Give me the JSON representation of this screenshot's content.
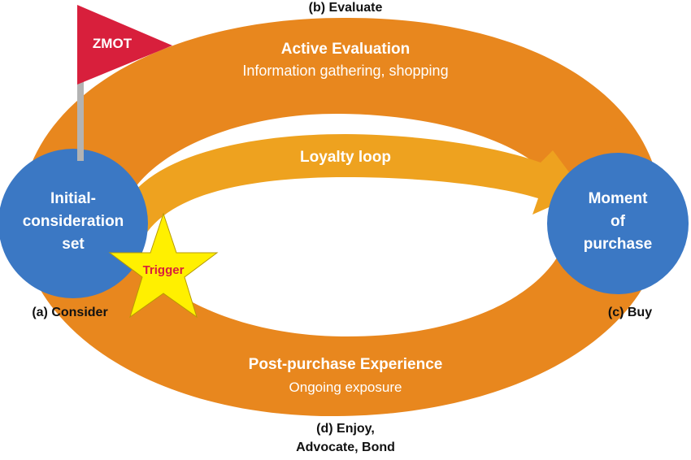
{
  "stages": {
    "evaluate": "(b) Evaluate",
    "consider": "(a) Consider",
    "buy": "(c) Buy",
    "enjoy_line1": "(d) Enjoy,",
    "enjoy_line2": "Advocate, Bond"
  },
  "top_arc": {
    "title": "Active Evaluation",
    "subtitle": "Information gathering, shopping"
  },
  "loyalty_arc": {
    "title": "Loyalty loop"
  },
  "bottom_arc": {
    "title": "Post-purchase Experience",
    "subtitle": "Ongoing exposure"
  },
  "left_circle": {
    "lines": [
      "Initial-",
      "consideration",
      "set"
    ]
  },
  "right_circle": {
    "lines": [
      "Moment",
      "of",
      "purchase"
    ]
  },
  "flag": {
    "label": "ZMOT"
  },
  "star": {
    "label": "Trigger"
  },
  "colors": {
    "ring_orange": "#e8871e",
    "loyalty_orange": "#eea21f",
    "circle_blue": "#3b78c4",
    "flag_red": "#d81f3c",
    "pole_gray": "#b3b3b3",
    "star_yellow": "#fff000",
    "trigger_text": "#d81f3c"
  }
}
